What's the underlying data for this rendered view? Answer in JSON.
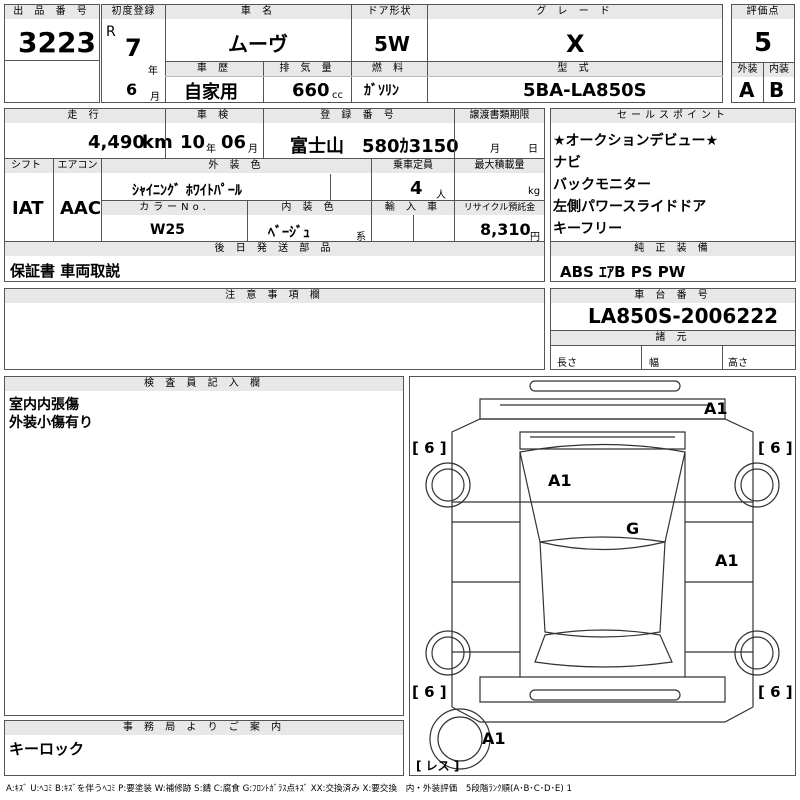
{
  "top": {
    "lot_label": "出 品 番 号",
    "lot_number": "3223",
    "reg_label": "初度登録",
    "reg_era": "R",
    "reg_year": "7",
    "reg_year_unit": "年",
    "reg_month": "6",
    "reg_month_unit": "月",
    "carname_label": "車 名",
    "carname": "ムーヴ",
    "door_label": "ドア形状",
    "door": "5W",
    "grade_label": "グ レ ー ド",
    "grade": "X",
    "score_label": "評価点",
    "score": "5",
    "history_label": "車 歴",
    "history": "自家用",
    "displacement_label": "排 気 量",
    "displacement": "660",
    "displacement_unit": "cc",
    "fuel_label": "燃 料",
    "fuel": "ｶﾞｿﾘﾝ",
    "model_label": "型 式",
    "model": "5BA-LA850S",
    "exterior_label": "外装",
    "exterior": "A",
    "interior_label": "内装",
    "interior": "B"
  },
  "middle": {
    "mileage_label": "走 行",
    "mileage": "4,490",
    "mileage_unit": "km",
    "inspection_label": "車 検",
    "inspection_year": "10",
    "inspection_year_unit": "年",
    "inspection_month": "06",
    "inspection_month_unit": "月",
    "plate_label": "登 録 番 号",
    "plate": "富士山　580ｶ3150",
    "transfer_label": "譲渡書類期限",
    "transfer_month_unit": "月",
    "transfer_day_unit": "日",
    "shift_label": "シフト",
    "shift": "IAT",
    "ac_label": "エアコン",
    "ac": "AAC",
    "color_label": "外 装 色",
    "color": "ｼｬｲﾆﾝｸﾞ ﾎﾜｲﾄﾊﾟｰﾙ",
    "capacity_label": "乗車定員",
    "capacity": "4",
    "capacity_unit": "人",
    "load_label": "最大積載量",
    "load_unit": "kg",
    "colorno_label": "カラーNo.",
    "colorno": "W25",
    "intcolor_label": "内 装 色",
    "intcolor": "ﾍﾞｰｼﾞｭ",
    "intcolor_unit": "系",
    "import_label": "輸 入 車",
    "recycle_label": "リサイクル預託金",
    "recycle": "8,310",
    "recycle_unit": "円",
    "later_label": "後 日 発 送 部 品",
    "later": "保証書 車両取説"
  },
  "sales": {
    "label": "セールスポイント",
    "items": [
      "★オークションデビュー★",
      "ナビ",
      "バックモニター",
      "左側パワースライドドア",
      "キーフリー"
    ]
  },
  "equipment": {
    "label": "純 正 装 備",
    "value": "ABS ｴｱB PS PW"
  },
  "notes": {
    "label": "注 意 事 項 欄"
  },
  "chassis": {
    "label": "車 台 番 号",
    "value": "LA850S-2006222",
    "specs_label": "諸 元",
    "length_label": "長さ",
    "width_label": "幅",
    "height_label": "高さ"
  },
  "inspector": {
    "label": "検 査 員 記 入 欄",
    "lines": [
      "室内内張傷",
      "外装小傷有り"
    ]
  },
  "office": {
    "label": "事 務 局 よ り ご 案 内",
    "value": "キーロック"
  },
  "diagram": {
    "marks": {
      "front_right": "A1",
      "hood": "A1",
      "roof": "G",
      "right_side": "A1",
      "rear_left": "A1"
    },
    "tires": [
      "6",
      "6",
      "6",
      "6"
    ],
    "spare": "レス"
  },
  "legend": "A:ｷｽﾞ U:ﾍｺﾐ B:ｷｽﾞを伴うﾍｺﾐ P:要塗装 W:補修跡 S:錆 C:腐食 G:ﾌﾛﾝﾄｶﾞﾗｽ点ｷｽﾞ XX:交換済み X:要交換　内・外装評価　5段階ﾗﾝｸ順(A･B･C･D･E) 1"
}
